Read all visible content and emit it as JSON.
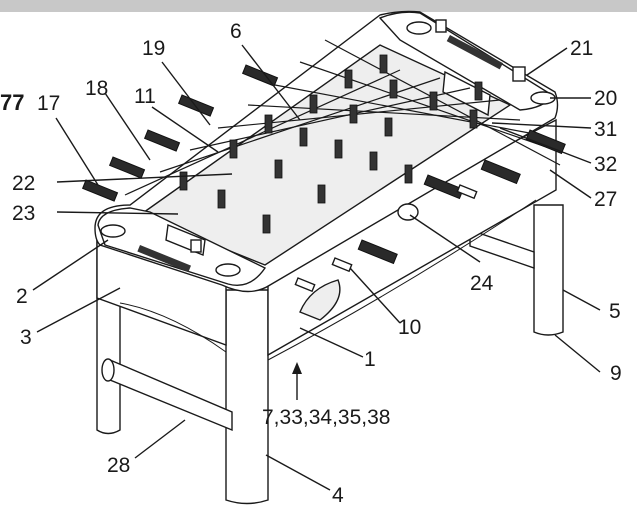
{
  "figure": {
    "partial_tag": "77",
    "callouts": [
      {
        "id": "c19",
        "label": "19"
      },
      {
        "id": "c6",
        "label": "6"
      },
      {
        "id": "c21",
        "label": "21"
      },
      {
        "id": "c17",
        "label": "17"
      },
      {
        "id": "c18",
        "label": "18"
      },
      {
        "id": "c11",
        "label": "11"
      },
      {
        "id": "c20",
        "label": "20"
      },
      {
        "id": "c31",
        "label": "31"
      },
      {
        "id": "c32",
        "label": "32"
      },
      {
        "id": "c27",
        "label": "27"
      },
      {
        "id": "c22",
        "label": "22"
      },
      {
        "id": "c23",
        "label": "23"
      },
      {
        "id": "c24",
        "label": "24"
      },
      {
        "id": "c2",
        "label": "2"
      },
      {
        "id": "c5",
        "label": "5"
      },
      {
        "id": "c10",
        "label": "10"
      },
      {
        "id": "c3",
        "label": "3"
      },
      {
        "id": "c1",
        "label": "1"
      },
      {
        "id": "c9",
        "label": "9"
      },
      {
        "id": "c7",
        "label": "7,33,34,35,38"
      },
      {
        "id": "c28",
        "label": "28"
      },
      {
        "id": "c4",
        "label": "4"
      }
    ]
  }
}
